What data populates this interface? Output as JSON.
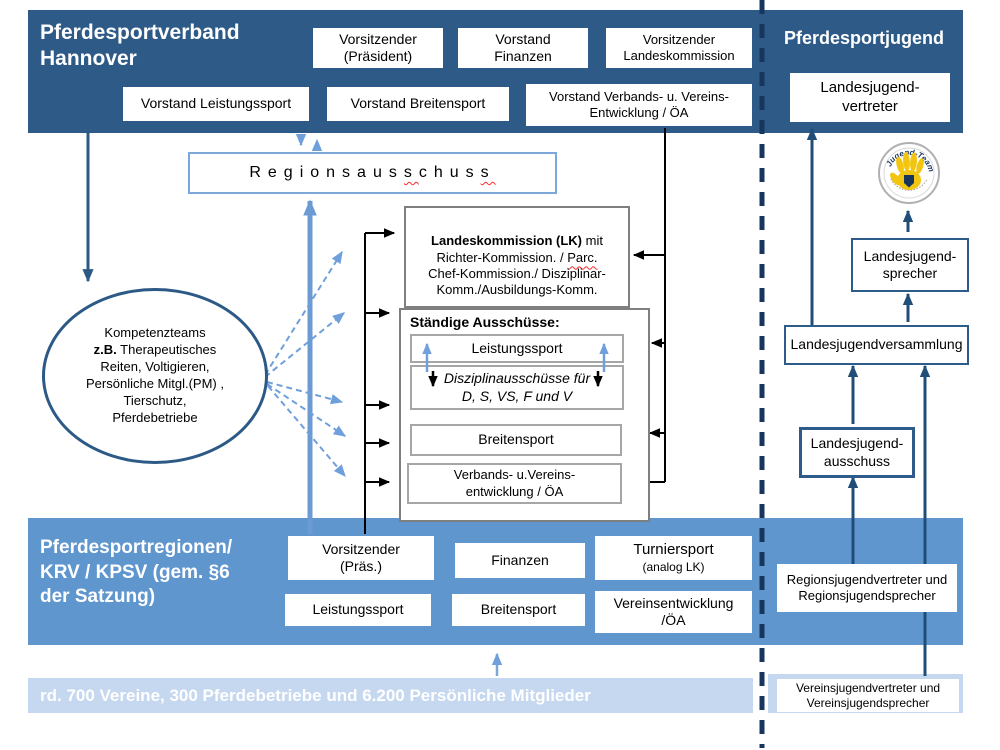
{
  "colors": {
    "dark_band": "#2e5a87",
    "mid_band": "#6096ce",
    "light_band": "#c6d8ef",
    "dark_line": "#1f4e79",
    "dashed_divider": "#17365d",
    "light_blue_arrow": "#6fa0dc",
    "logo_yellow": "#f2c511"
  },
  "top_band": {
    "title": "Pferdesportverband\nHannover",
    "row1": [
      "Vorsitzender\n(Präsident)",
      "Vorstand\nFinanzen",
      "Vorsitzender\nLandeskommission"
    ],
    "row2": [
      "Vorstand Leistungssport",
      "Vorstand Breitensport",
      "Vorstand Verbands- u. Vereins-\nEntwicklung / ÖA"
    ]
  },
  "youth": {
    "title": "Pferdesportjugend",
    "vertreter": "Landesjugend-\nvertreter",
    "sprecher": "Landesjugend-\nsprecher",
    "versammlung": "Landesjugendversammlung",
    "ausschuss": "Landesjugend-\nausschuss",
    "regionsvertreter": "Regionsjugendvertreter und\nRegionsjugendsprecher",
    "vereinsvertreter": "Vereinsjugendvertreter und\nVereinsjugendsprecher",
    "logo_text": "Jugend-Team"
  },
  "regionsausschuss": {
    "p1": "Regionsaus",
    "s1": "s",
    "p2": "chus",
    "s2": "s"
  },
  "lk_box": {
    "bold": "Landeskommission (LK)",
    "mid": " mit\nRichter-Kommission. / ",
    "parc": "Parc.",
    "rest": "\nChef-Kommission./ Disziplinar-\nKomm./Ausbildungs-Komm."
  },
  "staendige": {
    "header": "Ständige Ausschüsse:",
    "items": [
      "Leistungssport",
      "Disziplinausschüsse für\nD, S, VS, F und V",
      "Breitensport",
      "Verbands- u.Vereins-\nentwicklung / ÖA"
    ]
  },
  "ellipse": {
    "line1": "Kompetenzteams",
    "bold": "z.B.",
    "rest": " Therapeutisches\nReiten, Voltigieren,\nPersönliche Mitgl.(PM) ,\nTierschutz,\nPferdebetriebe"
  },
  "regions_band": {
    "title": "Pferdesportregionen/\nKRV / KPSV (gem. §6\nder Satzung)",
    "vorsitzender": "Vorsitzender\n(Präs.)",
    "finanzen": "Finanzen",
    "turniersport": "Turniersport",
    "turniersport_sub": "(analog LK)",
    "leistungssport": "Leistungssport",
    "breitensport": "Breitensport",
    "vereinsentwicklung": "Vereinsentwicklung\n/ÖA"
  },
  "bottom_band": {
    "text": "rd. 700 Vereine, 300 Pferdebetriebe und 6.200 Persönliche Mitglieder"
  }
}
